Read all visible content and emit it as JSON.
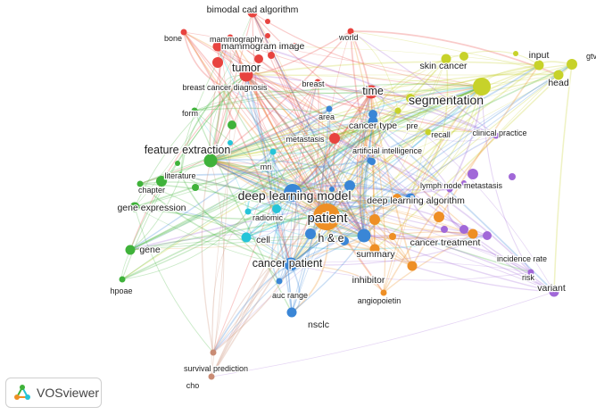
{
  "app": {
    "logo_text": "VOSviewer"
  },
  "colors": {
    "red": "#e8433f",
    "yellow": "#c7d22a",
    "green": "#3fb23a",
    "cyan": "#25c4d8",
    "blue": "#3a86d6",
    "orange": "#ee8f25",
    "purple": "#a168d8",
    "brown": "#c98b74"
  },
  "clusters": [
    {
      "id": "red",
      "color": "#e8433f"
    },
    {
      "id": "yellow",
      "color": "#c7d22a"
    },
    {
      "id": "green",
      "color": "#3fb23a"
    },
    {
      "id": "cyan",
      "color": "#25c4d8"
    },
    {
      "id": "blue",
      "color": "#3a86d6"
    },
    {
      "id": "orange",
      "color": "#ee8f25"
    },
    {
      "id": "purple",
      "color": "#a168d8"
    },
    {
      "id": "brown",
      "color": "#c98b74"
    }
  ],
  "terms": [
    {
      "label": "bimodal cad algorithm",
      "cluster": "red",
      "weight": 2
    },
    {
      "label": "mammography",
      "cluster": "red",
      "weight": 1
    },
    {
      "label": "bone",
      "cluster": "red",
      "weight": 1
    },
    {
      "label": "mammogram image",
      "cluster": "red",
      "weight": 2
    },
    {
      "label": "world",
      "cluster": "red",
      "weight": 1
    },
    {
      "label": "tumor",
      "cluster": "red",
      "weight": 3
    },
    {
      "label": "breast cancer diagnosis",
      "cluster": "green",
      "weight": 1
    },
    {
      "label": "breast",
      "cluster": "red",
      "weight": 1
    },
    {
      "label": "time",
      "cluster": "red",
      "weight": 3
    },
    {
      "label": "skin cancer",
      "cluster": "yellow",
      "weight": 2
    },
    {
      "label": "input",
      "cluster": "yellow",
      "weight": 2
    },
    {
      "label": "gtv",
      "cluster": "yellow",
      "weight": 1
    },
    {
      "label": "head",
      "cluster": "yellow",
      "weight": 2
    },
    {
      "label": "segmentation",
      "cluster": "yellow",
      "weight": 4
    },
    {
      "label": "form",
      "cluster": "green",
      "weight": 1
    },
    {
      "label": "area",
      "cluster": "blue",
      "weight": 1
    },
    {
      "label": "pre",
      "cluster": "yellow",
      "weight": 1
    },
    {
      "label": "cancer type",
      "cluster": "blue",
      "weight": 2
    },
    {
      "label": "recall",
      "cluster": "yellow",
      "weight": 1
    },
    {
      "label": "clinical practice",
      "cluster": "purple",
      "weight": 1
    },
    {
      "label": "metastasis",
      "cluster": "red",
      "weight": 1
    },
    {
      "label": "artificial intelligence",
      "cluster": "blue",
      "weight": 1
    },
    {
      "label": "feature extraction",
      "cluster": "green",
      "weight": 3
    },
    {
      "label": "mri",
      "cluster": "cyan",
      "weight": 1
    },
    {
      "label": "literature",
      "cluster": "green",
      "weight": 1
    },
    {
      "label": "chapter",
      "cluster": "green",
      "weight": 1
    },
    {
      "label": "lymph node metastasis",
      "cluster": "purple",
      "weight": 1
    },
    {
      "label": "deep learning model",
      "cluster": "blue",
      "weight": 4
    },
    {
      "label": "deep learning algorithm",
      "cluster": "blue",
      "weight": 2
    },
    {
      "label": "gene expression",
      "cluster": "green",
      "weight": 2
    },
    {
      "label": "radiomic",
      "cluster": "cyan",
      "weight": 1
    },
    {
      "label": "patient",
      "cluster": "orange",
      "weight": 5
    },
    {
      "label": "h & e",
      "cluster": "blue",
      "weight": 3
    },
    {
      "label": "cell",
      "cluster": "cyan",
      "weight": 2
    },
    {
      "label": "gene",
      "cluster": "green",
      "weight": 2
    },
    {
      "label": "cancer treatment",
      "cluster": "orange",
      "weight": 2
    },
    {
      "label": "summary",
      "cluster": "orange",
      "weight": 2
    },
    {
      "label": "incidence rate",
      "cluster": "purple",
      "weight": 1
    },
    {
      "label": "cancer patient",
      "cluster": "blue",
      "weight": 3
    },
    {
      "label": "inhibitor",
      "cluster": "orange",
      "weight": 2
    },
    {
      "label": "risk",
      "cluster": "purple",
      "weight": 1
    },
    {
      "label": "variant",
      "cluster": "purple",
      "weight": 2
    },
    {
      "label": "hpoae",
      "cluster": "green",
      "weight": 1
    },
    {
      "label": "auc range",
      "cluster": "blue",
      "weight": 1
    },
    {
      "label": "angiopoietin",
      "cluster": "orange",
      "weight": 1
    },
    {
      "label": "nsclc",
      "cluster": "blue",
      "weight": 2
    },
    {
      "label": "survival prediction",
      "cluster": "brown",
      "weight": 1
    },
    {
      "label": "cho",
      "cluster": "brown",
      "weight": 1
    }
  ]
}
